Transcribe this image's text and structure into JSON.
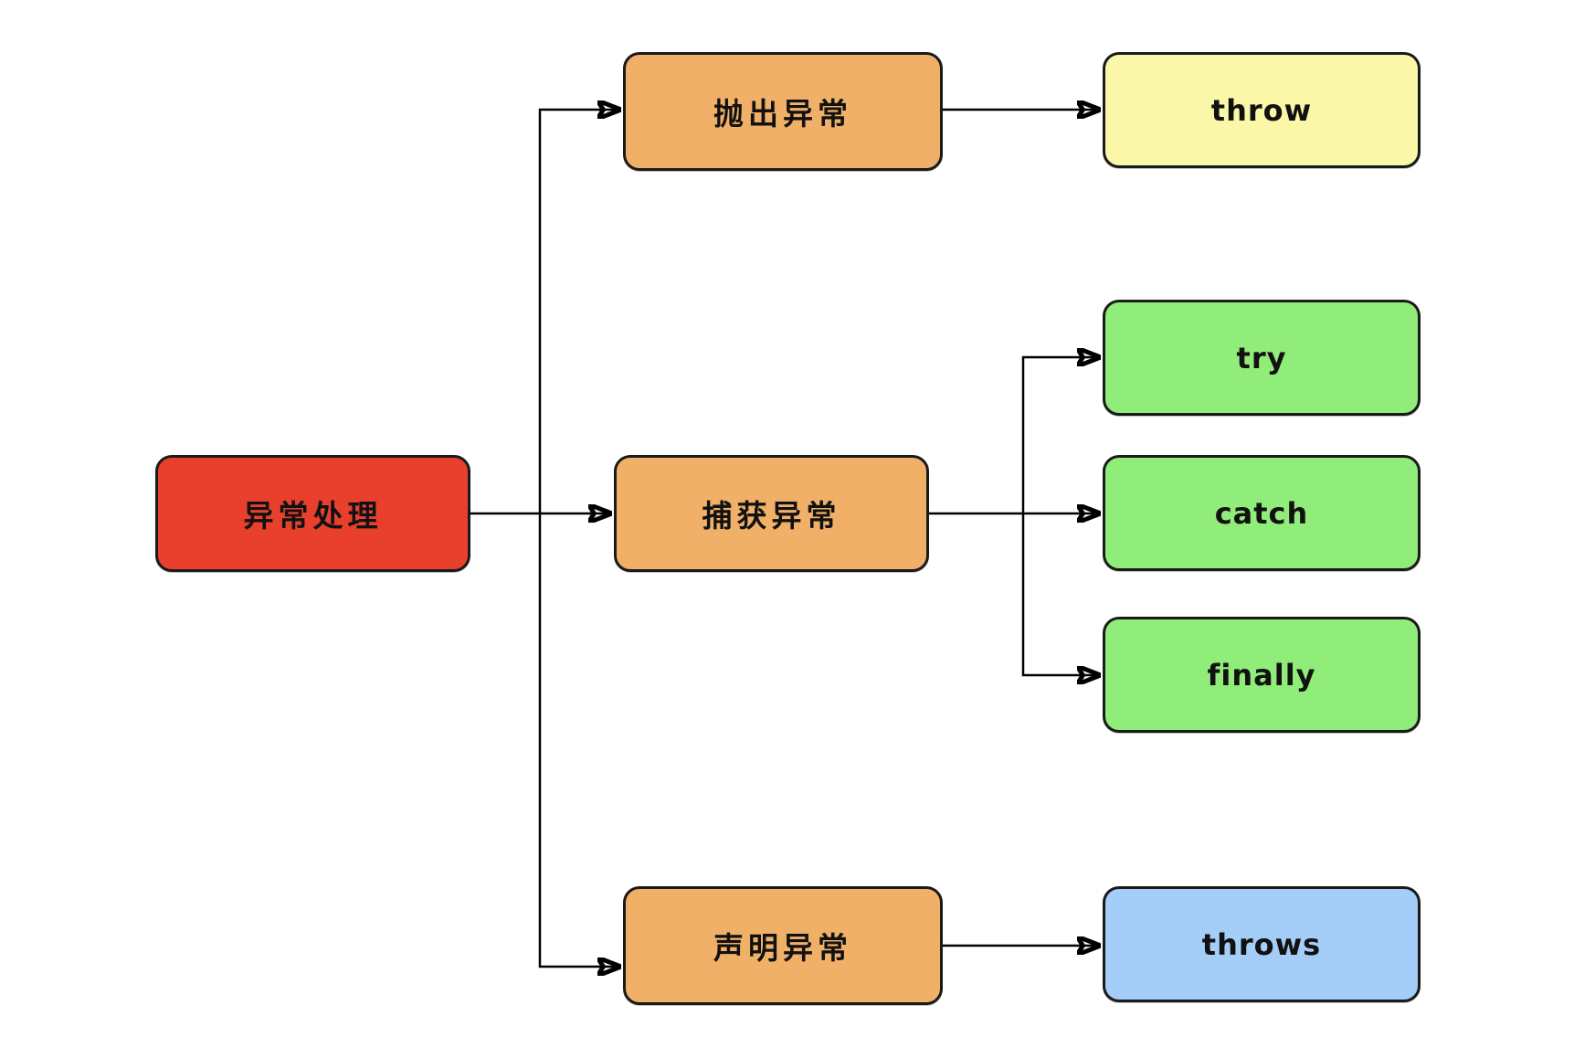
{
  "diagram": {
    "type": "mindmap-flowchart",
    "background": "#FFFFFF",
    "connector_color": "#000000",
    "node_border_color": "#1A1A1A"
  },
  "nodes": {
    "root": {
      "label": "异常处理",
      "fill": "#E8402C"
    },
    "throw_branch": {
      "label": "抛出异常",
      "fill": "#F1B068"
    },
    "catch_branch": {
      "label": "捕获异常",
      "fill": "#F1B068"
    },
    "declare_branch": {
      "label": "声明异常",
      "fill": "#F1B068"
    },
    "kw_throw": {
      "label": "throw",
      "fill": "#FAF8A8"
    },
    "kw_try": {
      "label": "try",
      "fill": "#90ED79"
    },
    "kw_catch": {
      "label": "catch",
      "fill": "#90ED79"
    },
    "kw_finally": {
      "label": "finally",
      "fill": "#90ED79"
    },
    "kw_throws": {
      "label": "throws",
      "fill": "#A4CDF7"
    }
  },
  "edges": [
    {
      "from": "异常处理",
      "to": "抛出异常"
    },
    {
      "from": "异常处理",
      "to": "捕获异常"
    },
    {
      "from": "异常处理",
      "to": "声明异常"
    },
    {
      "from": "抛出异常",
      "to": "throw"
    },
    {
      "from": "捕获异常",
      "to": "try"
    },
    {
      "from": "捕获异常",
      "to": "catch"
    },
    {
      "from": "捕获异常",
      "to": "finally"
    },
    {
      "from": "声明异常",
      "to": "throws"
    }
  ]
}
